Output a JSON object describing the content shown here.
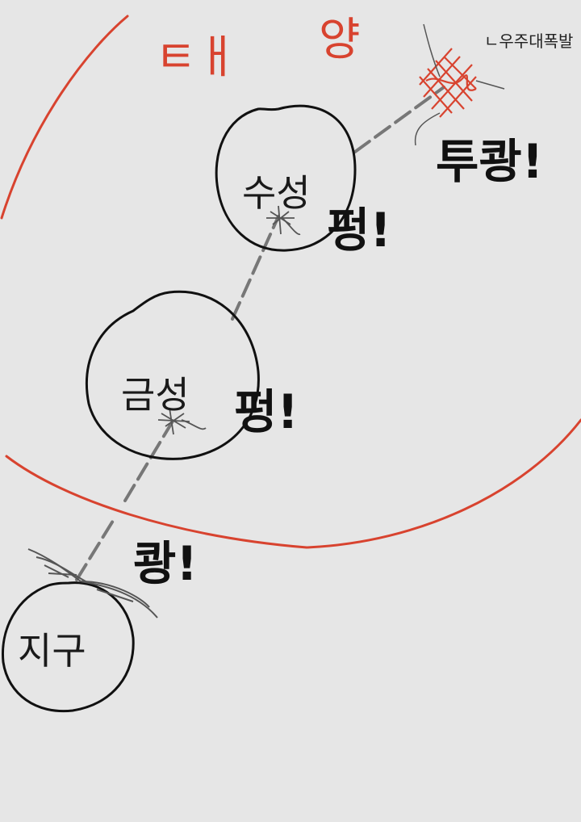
{
  "labels": {
    "sun_part1": "ㅌㅐ",
    "sun_part2": "양",
    "venus_planet": "금성",
    "mercury_planet": "수성",
    "earth_planet": "지구",
    "impact_earth": "쾅!",
    "impact_venus": "펑!",
    "impact_mercury": "펑!",
    "impact_sun": "투쾅!",
    "note_sun": "ㄴ우주대폭발"
  },
  "colors": {
    "background": "#e6e6e6",
    "ink": "#111111",
    "sun_ink": "#d8432f",
    "dash": "#777777"
  }
}
